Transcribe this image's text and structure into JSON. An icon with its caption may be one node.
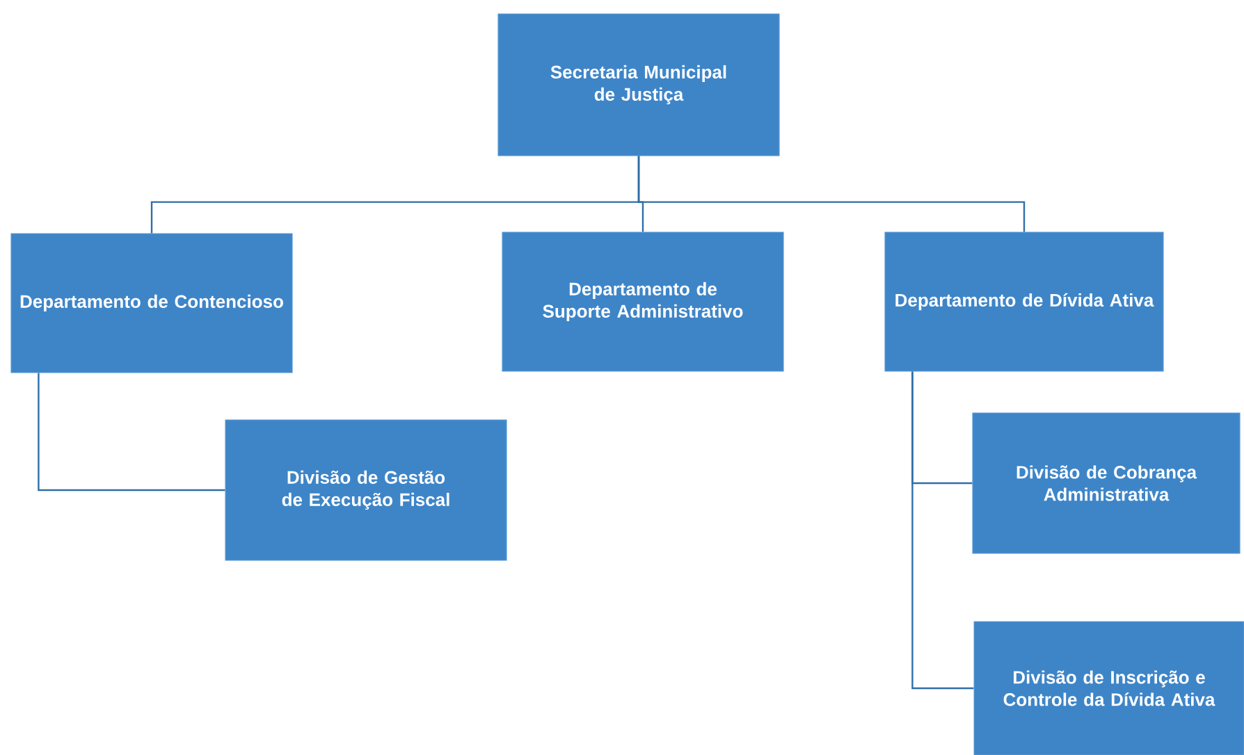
{
  "diagram": {
    "nodes": [
      {
        "text": [
          "Secretaria Municipal de Justiça"
        ]
      },
      {
        "text": [
          "Departamento de Contencioso"
        ]
      },
      {
        "text": [
          "Departamento de Suporte Administrativo"
        ]
      },
      {
        "text": [
          "Departamento de Dívida Ativa"
        ]
      },
      {
        "text": [
          "Divisão de Gestão de Execução Fiscal"
        ]
      },
      {
        "text": [
          "Divisão de Cobrança Administrativa"
        ]
      },
      {
        "text": [
          "Divisão de Inscrição e Controle da Dívida Ativa"
        ]
      }
    ],
    "edges": [
      {
        "from": 0,
        "to": 1,
        "arrow": "none"
      },
      {
        "from": 0,
        "to": 2,
        "arrow": "none"
      },
      {
        "from": 0,
        "to": 3,
        "arrow": "none"
      },
      {
        "from": 1,
        "to": 4,
        "arrow": "none"
      },
      {
        "from": 3,
        "to": 5,
        "arrow": "none"
      },
      {
        "from": 3,
        "to": 6,
        "arrow": "none"
      }
    ]
  }
}
